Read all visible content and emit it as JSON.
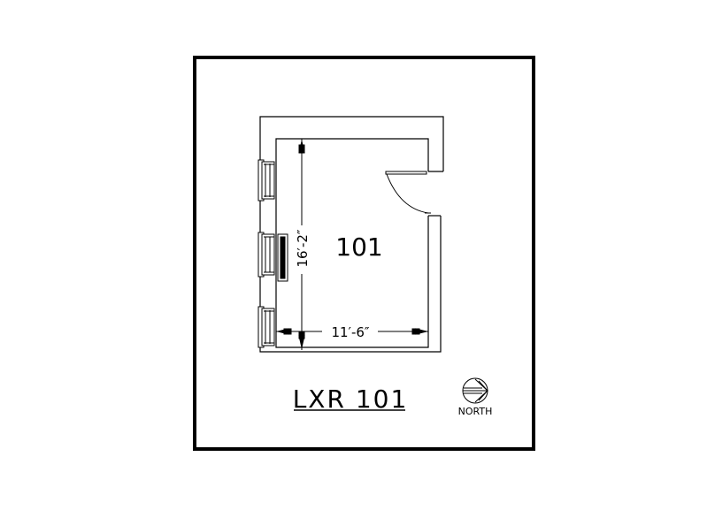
{
  "drawing": {
    "room_number": "101",
    "title": "LXR 101",
    "north_label": "NORTH",
    "dimensions": {
      "vertical": "16′-2″",
      "horizontal": "11′-6″"
    },
    "colors": {
      "line": "#000000",
      "background": "#ffffff"
    },
    "elements": {
      "windows": 3,
      "doors": 1,
      "radiators": 1
    }
  }
}
